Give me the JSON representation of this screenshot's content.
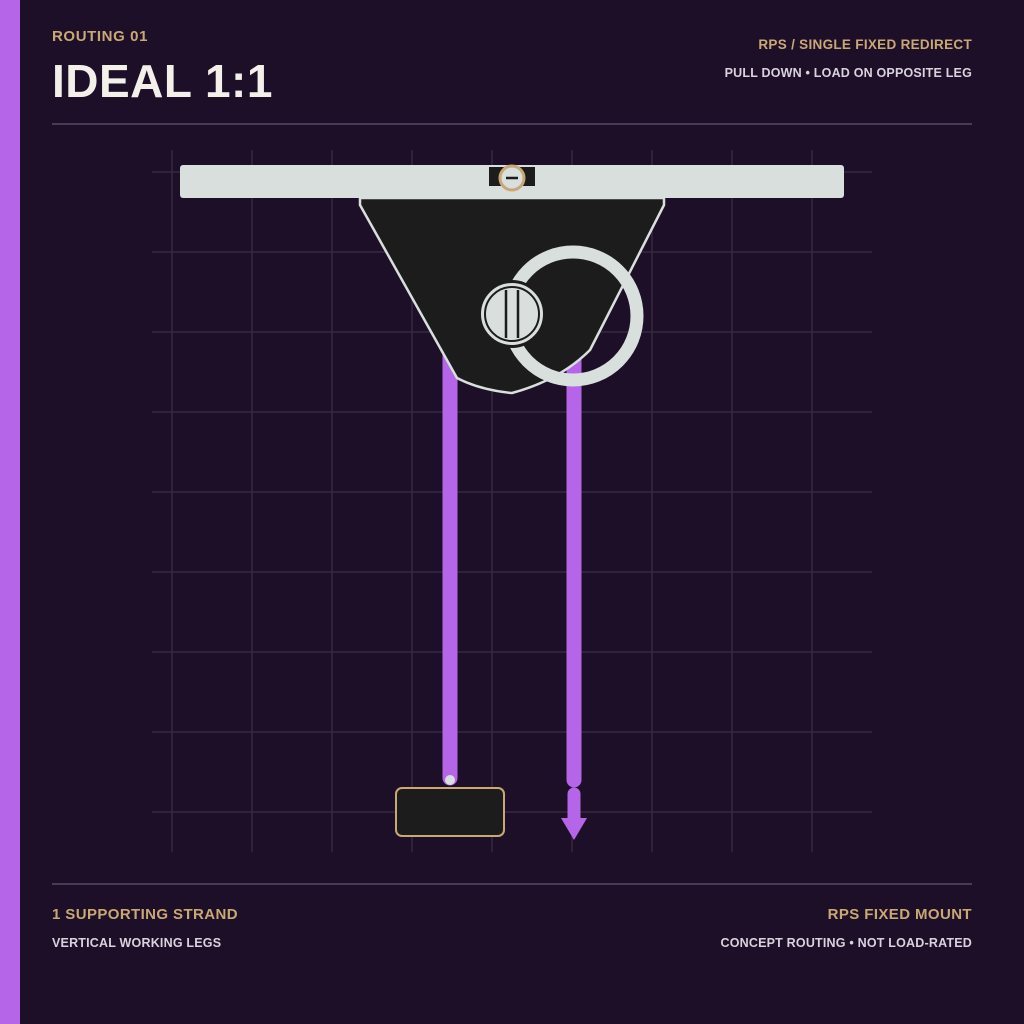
{
  "header": {
    "eyebrow": "ROUTING 01",
    "title": "IDEAL 1:1",
    "right_line1": "RPS / SINGLE FIXED REDIRECT",
    "right_line2": "PULL DOWN • LOAD ON OPPOSITE LEG"
  },
  "footer": {
    "left_line1": "1 SUPPORTING STRAND",
    "left_line2": "VERTICAL WORKING LEGS",
    "right_line1": "RPS FIXED MOUNT",
    "right_line2": "CONCEPT ROUTING • NOT LOAD-RATED"
  },
  "colors": {
    "background": "#1e0f29",
    "accent": "#b565e8",
    "gold": "#c9a874",
    "rail": "#d8dfdd",
    "dark": "#1c1c1c",
    "grid": "#3d2e48"
  }
}
